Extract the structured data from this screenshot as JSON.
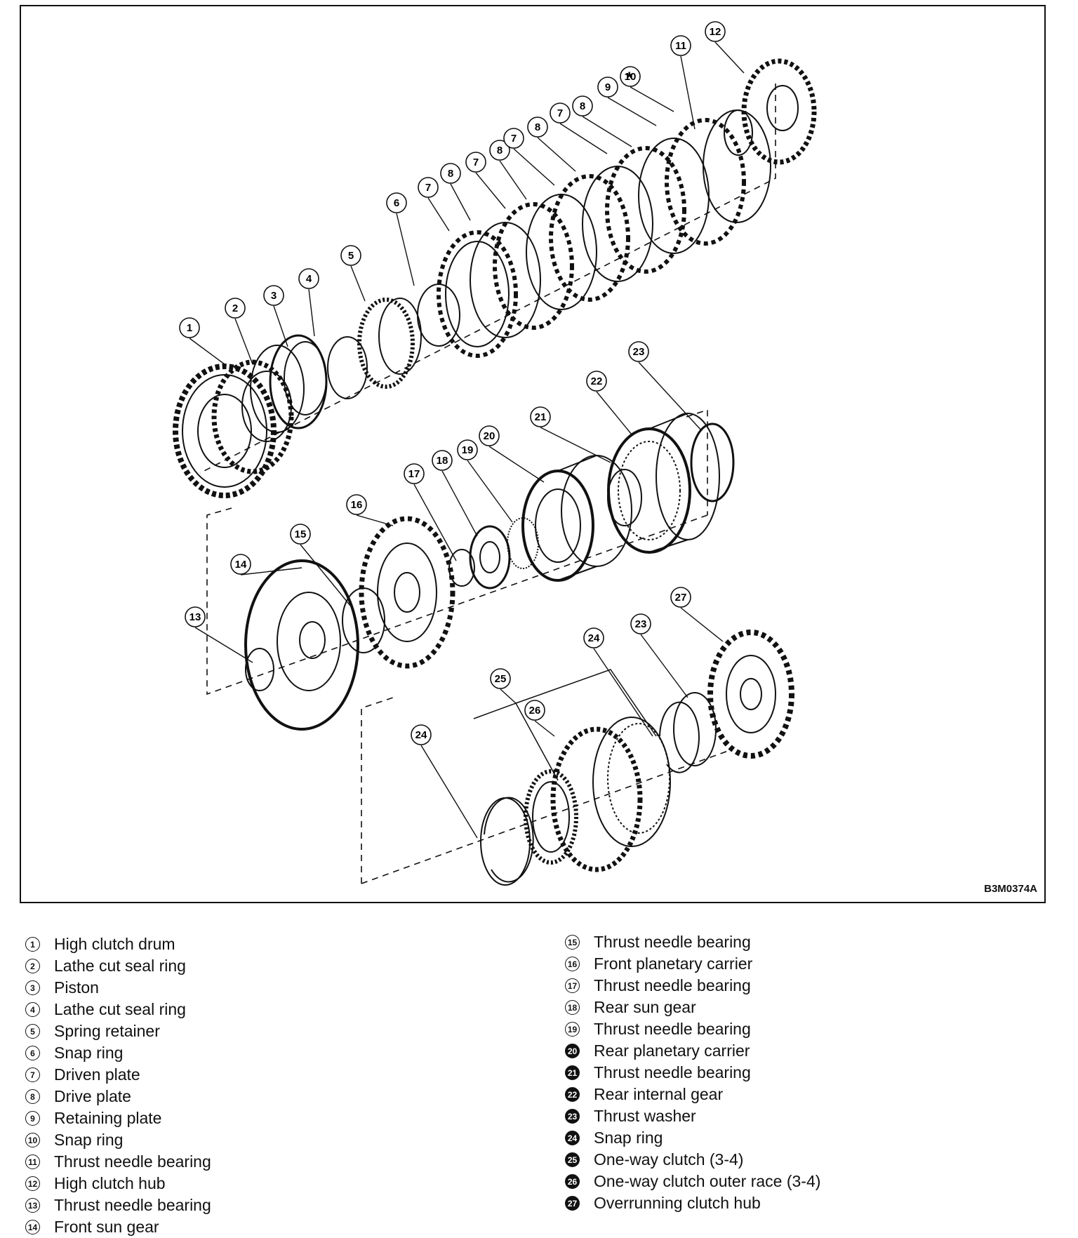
{
  "figure_code": "B3M0374A",
  "legend": [
    {
      "num": "1",
      "label": "High clutch drum"
    },
    {
      "num": "2",
      "label": "Lathe cut seal ring"
    },
    {
      "num": "3",
      "label": "Piston"
    },
    {
      "num": "4",
      "label": "Lathe cut seal ring"
    },
    {
      "num": "5",
      "label": "Spring retainer"
    },
    {
      "num": "6",
      "label": "Snap ring"
    },
    {
      "num": "7",
      "label": "Driven plate"
    },
    {
      "num": "8",
      "label": "Drive plate"
    },
    {
      "num": "9",
      "label": "Retaining plate"
    },
    {
      "num": "10",
      "label": "Snap ring"
    },
    {
      "num": "11",
      "label": "Thrust needle bearing"
    },
    {
      "num": "12",
      "label": "High clutch hub"
    },
    {
      "num": "13",
      "label": "Thrust needle bearing"
    },
    {
      "num": "14",
      "label": "Front sun gear"
    },
    {
      "num": "15",
      "label": "Thrust needle bearing"
    },
    {
      "num": "16",
      "label": "Front planetary carrier"
    },
    {
      "num": "17",
      "label": "Thrust needle bearing"
    },
    {
      "num": "18",
      "label": "Rear sun gear"
    },
    {
      "num": "19",
      "label": "Thrust needle bearing"
    },
    {
      "num": "20",
      "label": "Rear planetary carrier"
    },
    {
      "num": "21",
      "label": "Thrust needle bearing"
    },
    {
      "num": "22",
      "label": "Rear internal gear"
    },
    {
      "num": "23",
      "label": "Thrust washer"
    },
    {
      "num": "24",
      "label": "Snap ring"
    },
    {
      "num": "25",
      "label": "One-way clutch (3-4)"
    },
    {
      "num": "26",
      "label": "One-way clutch outer race (3-4)"
    },
    {
      "num": "27",
      "label": "Overrunning clutch hub"
    }
  ],
  "callouts": [
    {
      "num": "1"
    },
    {
      "num": "2"
    },
    {
      "num": "3"
    },
    {
      "num": "4"
    },
    {
      "num": "5"
    },
    {
      "num": "6"
    },
    {
      "num": "7"
    },
    {
      "num": "8"
    },
    {
      "num": "7"
    },
    {
      "num": "8"
    },
    {
      "num": "7"
    },
    {
      "num": "8"
    },
    {
      "num": "7"
    },
    {
      "num": "8"
    },
    {
      "num": "9"
    },
    {
      "num": "10"
    },
    {
      "num": "11"
    },
    {
      "num": "12"
    },
    {
      "num": "13"
    },
    {
      "num": "14"
    },
    {
      "num": "15"
    },
    {
      "num": "16"
    },
    {
      "num": "17"
    },
    {
      "num": "18"
    },
    {
      "num": "19"
    },
    {
      "num": "20"
    },
    {
      "num": "21"
    },
    {
      "num": "22"
    },
    {
      "num": "23"
    },
    {
      "num": "24"
    },
    {
      "num": "25"
    },
    {
      "num": "26"
    },
    {
      "num": "24"
    },
    {
      "num": "23"
    },
    {
      "num": "27"
    }
  ],
  "marks": {
    "retaining_plate_asterisk": "*"
  }
}
